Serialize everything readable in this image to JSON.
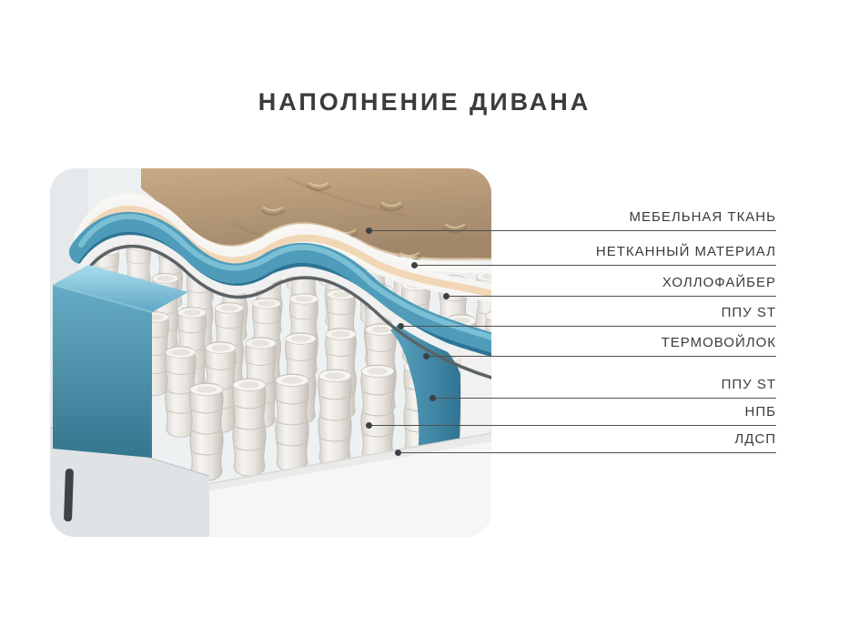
{
  "page": {
    "title": "НАПОЛНЕНИЕ ДИВАНА"
  },
  "diagram": {
    "callouts": [
      "МЕБЕЛЬНАЯ ТКАНЬ",
      "НЕТКАННЫЙ МАТЕРИАЛ",
      "ХОЛЛОФАЙБЕР",
      "ППУ ST",
      "ТЕРМОВОЙЛОК",
      "ППУ ST",
      "НПБ",
      "ЛДСП"
    ],
    "colors": {
      "foam_teal": "#4f9cba",
      "fabric_brown": "#b79a77",
      "spring_fabric": "#e9e5e0",
      "leader_line": "#4f4f4f",
      "text": "#3b3b3b"
    }
  }
}
